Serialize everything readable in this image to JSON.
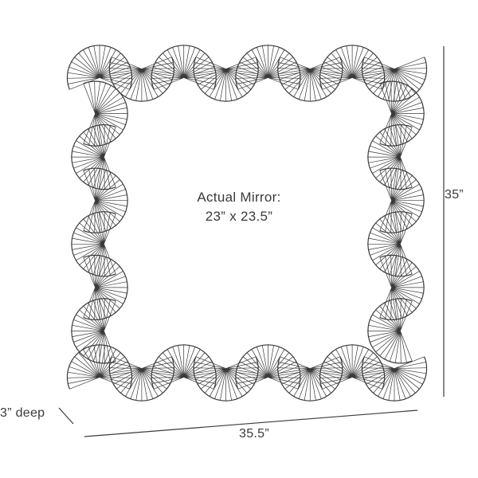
{
  "labels": {
    "center_line1": "Actual Mirror:",
    "center_line2": "23” x 23.5”",
    "height": "35”",
    "width": "35.5”",
    "depth": "3” deep"
  },
  "colors": {
    "line": "#3a3a3a",
    "background": "#ffffff"
  }
}
